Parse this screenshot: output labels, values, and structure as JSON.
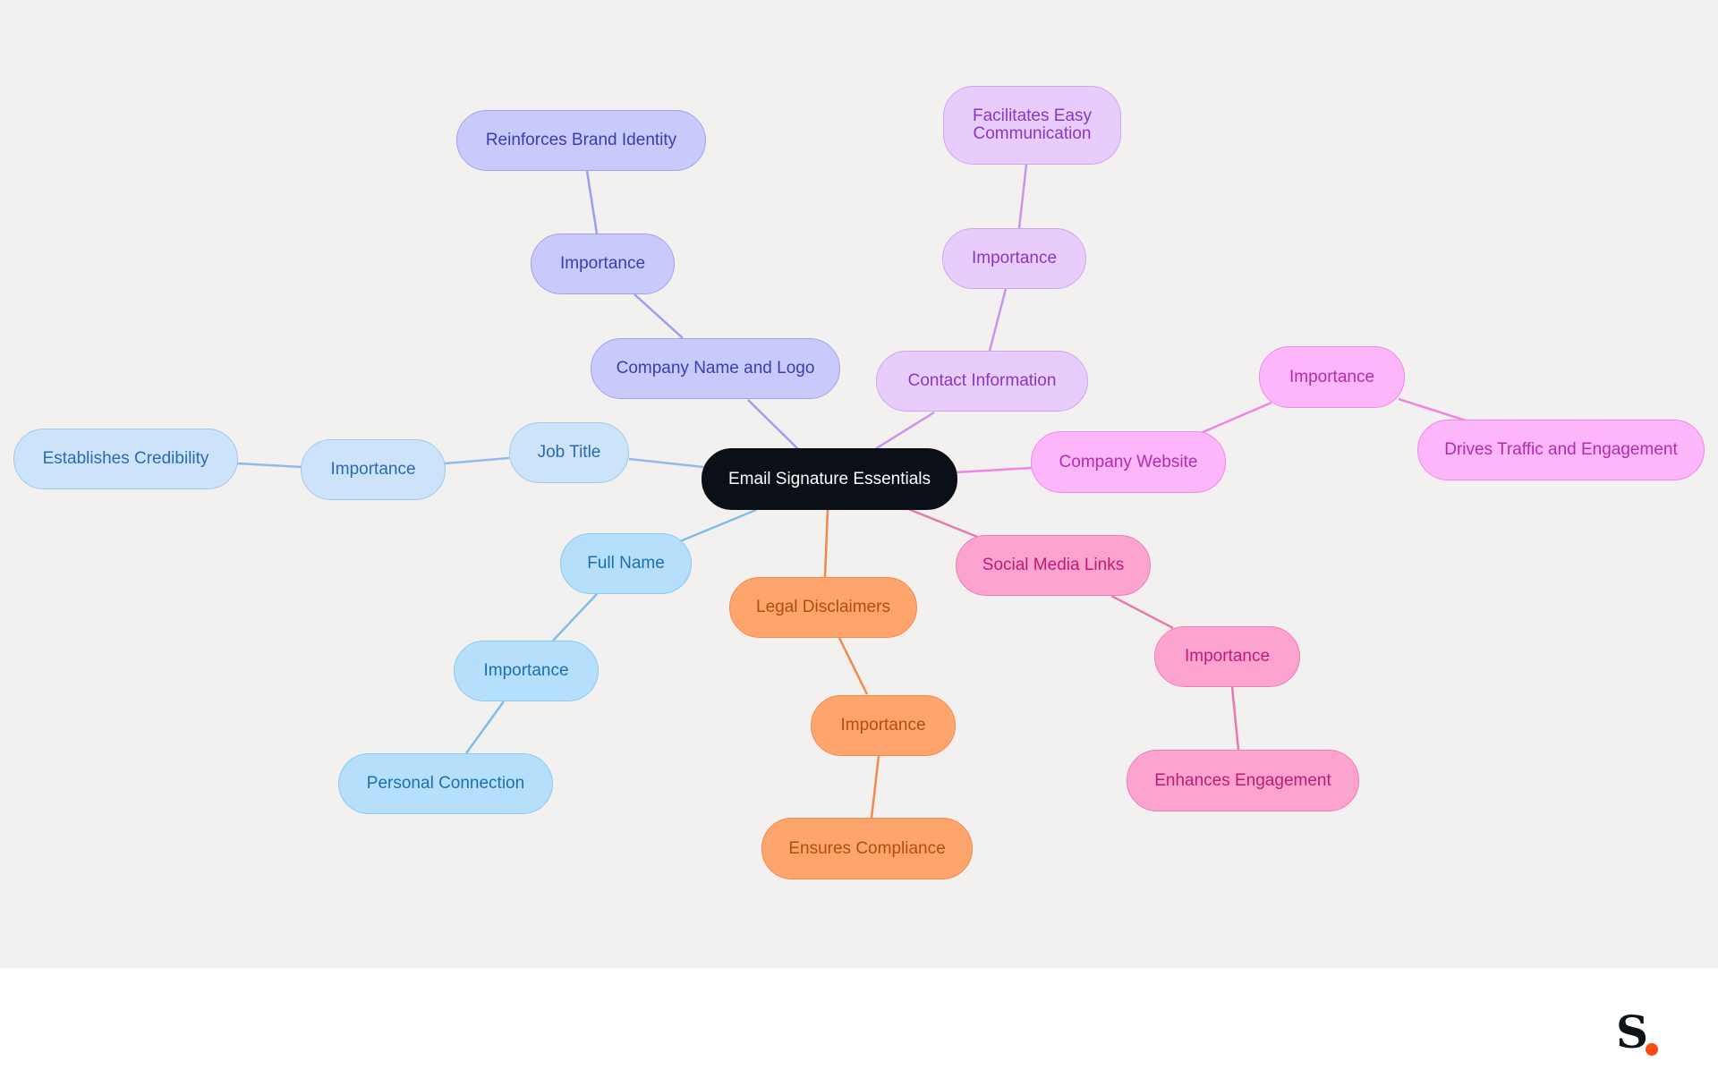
{
  "diagram": {
    "root": "Email Signature Essentials",
    "branches": [
      {
        "label": "Company Name and Logo",
        "importance_label": "Importance",
        "benefit": "Reinforces Brand Identity"
      },
      {
        "label": "Contact Information",
        "importance_label": "Importance",
        "benefit": "Facilitates Easy Communication"
      },
      {
        "label": "Company Website",
        "importance_label": "Importance",
        "benefit": "Drives Traffic and Engagement"
      },
      {
        "label": "Social Media Links",
        "importance_label": "Importance",
        "benefit": "Enhances Engagement"
      },
      {
        "label": "Legal Disclaimers",
        "importance_label": "Importance",
        "benefit": "Ensures Compliance"
      },
      {
        "label": "Full Name",
        "importance_label": "Importance",
        "benefit": "Personal Connection"
      },
      {
        "label": "Job Title",
        "importance_label": "Importance",
        "benefit": "Establishes Credibility"
      }
    ]
  },
  "colors": {
    "background": "#f3f1f0",
    "root": "#0b0f17",
    "company_name": "#c9cafc",
    "contact": "#e8cdfc",
    "website": "#fdb6f9",
    "social": "#fca3cf",
    "legal": "#fea56e",
    "full_name": "#b6dffb",
    "job_title": "#cde3fa",
    "logo_dot": "#ff4a12"
  },
  "logo": {
    "letter": "S"
  }
}
